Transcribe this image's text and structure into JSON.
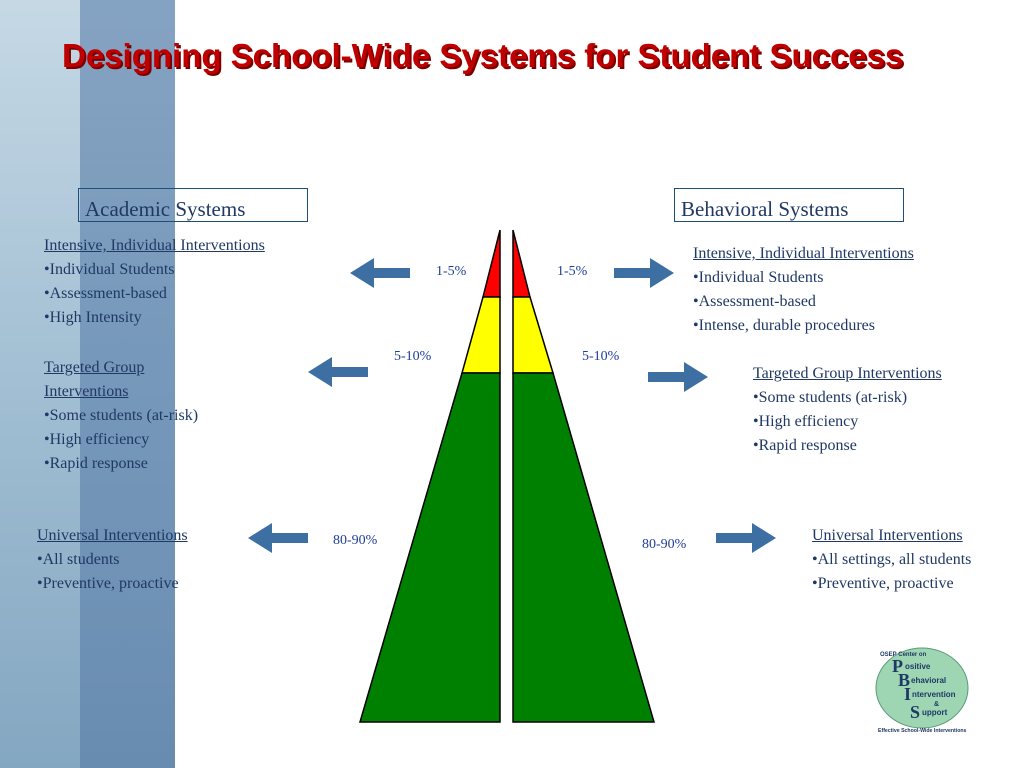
{
  "title": "Designing School-Wide Systems for Student Success",
  "academic": {
    "heading": "Academic Systems",
    "intensive": {
      "head": "Intensive, Individual Interventions",
      "items": [
        "Individual Students",
        "Assessment-based",
        "High Intensity"
      ]
    },
    "targeted": {
      "head_line1": "Targeted Group",
      "head_line2": "Interventions",
      "items": [
        "Some students (at-risk)",
        "High efficiency",
        "Rapid response"
      ]
    },
    "universal": {
      "head": "Universal Interventions",
      "items": [
        "All students",
        "Preventive,  proactive"
      ]
    }
  },
  "behavioral": {
    "heading": "Behavioral Systems",
    "intensive": {
      "head": "Intensive, Individual Interventions",
      "items": [
        "Individual Students",
        "Assessment-based",
        "Intense, durable procedures"
      ]
    },
    "targeted": {
      "head": "Targeted Group Interventions",
      "items": [
        "Some students (at-risk)",
        "High efficiency",
        "Rapid response"
      ]
    },
    "universal": {
      "head": "Universal Interventions",
      "items": [
        "All settings, all students",
        "Preventive,  proactive"
      ]
    }
  },
  "percentages": {
    "top": "1-5%",
    "middle": "5-10%",
    "bottom": "80-90%"
  },
  "colors": {
    "tier_top": "#ff0000",
    "tier_middle": "#ffff00",
    "tier_bottom": "#008000",
    "arrow": "#3d6fa3",
    "title": "#c00000"
  },
  "logo": {
    "line1": "OSEP Center on",
    "word1": "ositive",
    "word2": "ehavioral",
    "word3": "ntervention",
    "amp": "&",
    "word4": "upport",
    "tagline": "Effective School-Wide Interventions"
  }
}
